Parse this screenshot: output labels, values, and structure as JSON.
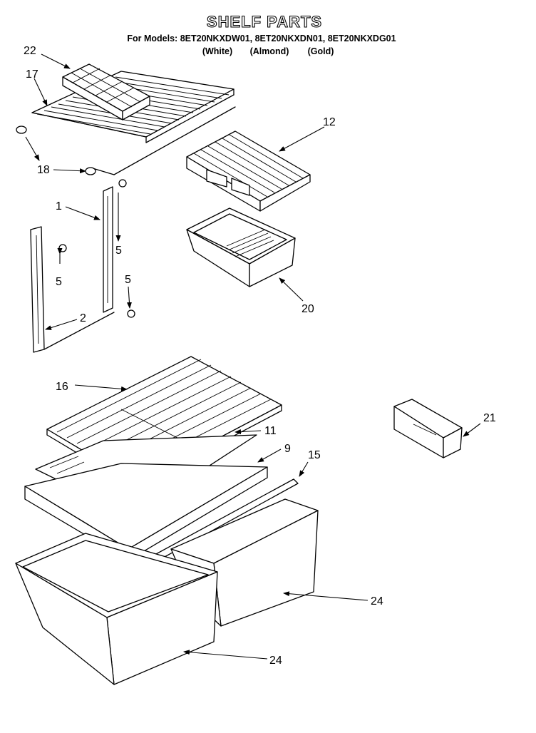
{
  "header": {
    "title": "SHELF PARTS",
    "models_line": "For Models: 8ET20NKXDW01, 8ET20NKXDN01, 8ET20NKXDG01",
    "color_white": "(White)",
    "color_almond": "(Almond)",
    "color_gold": "(Gold)"
  },
  "callouts": {
    "c22": "22",
    "c17": "17",
    "c18": "18",
    "c12": "12",
    "c1": "1",
    "c5a": "5",
    "c5b": "5",
    "c5c": "5",
    "c2": "2",
    "c20": "20",
    "c16": "16",
    "c11": "11",
    "c9": "9",
    "c15": "15",
    "c21": "21",
    "c24a": "24",
    "c24b": "24"
  }
}
